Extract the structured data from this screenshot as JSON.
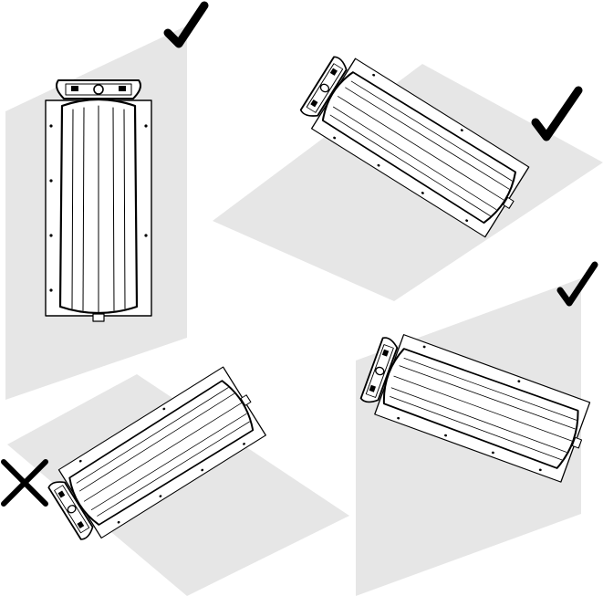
{
  "diagram": {
    "panels": [
      {
        "id": "vertical-wall",
        "mark": "check",
        "verdict": "correct"
      },
      {
        "id": "horizontal-floor",
        "mark": "check",
        "verdict": "correct"
      },
      {
        "id": "upside-down-ceiling",
        "mark": "cross",
        "verdict": "incorrect"
      },
      {
        "id": "horizontal-wall",
        "mark": "check",
        "verdict": "correct"
      }
    ],
    "colors": {
      "surface": "#e6e6e6",
      "outline": "#000000",
      "body": "#ffffff",
      "mark": "#000000"
    },
    "icons": {
      "correct": "checkmark-icon",
      "incorrect": "cross-icon"
    }
  }
}
